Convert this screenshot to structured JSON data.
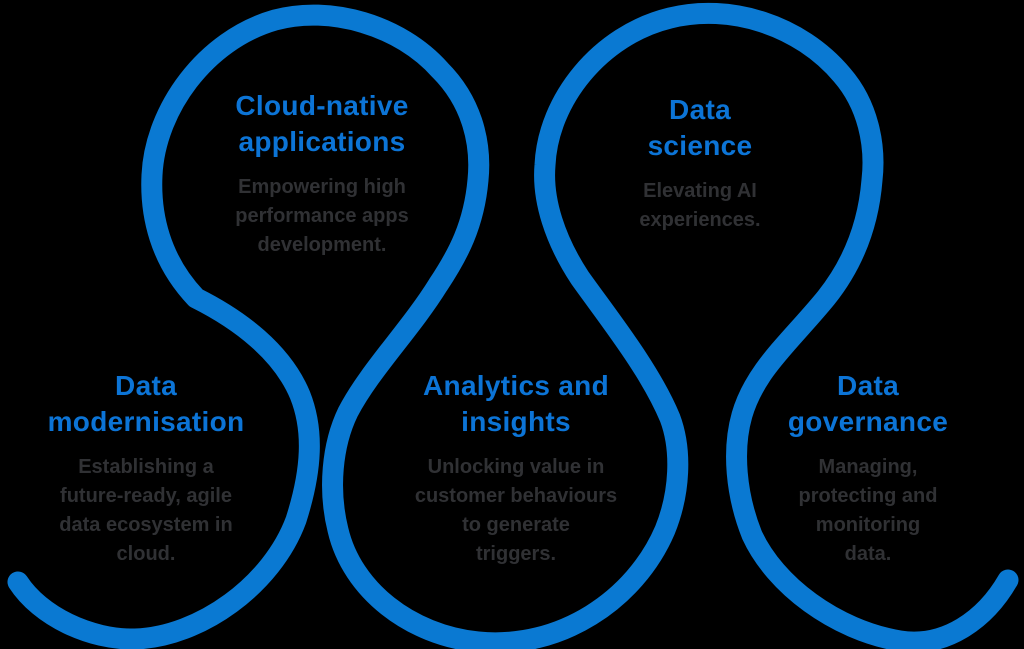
{
  "colors": {
    "background": "#000000",
    "curve": "#0a79d2",
    "heading": "#0c74d6",
    "body": "#303134"
  },
  "stages": [
    {
      "id": "data-modernisation",
      "title": "Data\nmodernisation",
      "description": "Establishing a\nfuture-ready, agile\ndata ecosystem in\ncloud."
    },
    {
      "id": "cloud-native-applications",
      "title": "Cloud-native\napplications",
      "description": "Empowering high\nperformance apps\ndevelopment."
    },
    {
      "id": "analytics-and-insights",
      "title": "Analytics and\ninsights",
      "description": "Unlocking value in\ncustomer behaviours\nto generate\ntriggers."
    },
    {
      "id": "data-science",
      "title": "Data\nscience",
      "description": "Elevating AI\nexperiences."
    },
    {
      "id": "data-governance",
      "title": "Data\ngovernance",
      "description": "Managing,\nprotecting and\nmonitoring\ndata."
    }
  ]
}
